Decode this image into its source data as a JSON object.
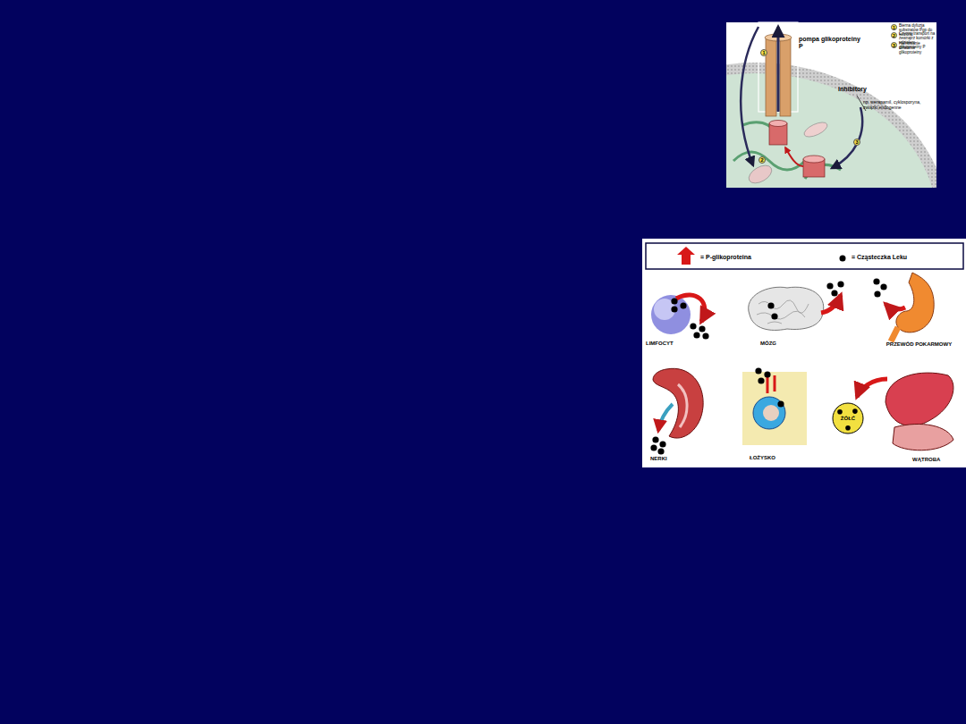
{
  "diagram": {
    "nodes": [
      {
        "text": [
          "ŻÓŁĆ"
        ]
      }
    ],
    "labels": [
      "pompa glikoproteiny P",
      "1",
      "Bierna dyfuzja substratów Pgp do komórki",
      "2",
      "Czynny transport na zewnątrz komórki z udziałem glikoproteiny P",
      "3",
      "Hamowanie działania glikoproteiny",
      "inhibitory",
      "np. werapamil, cyklosporyna, związki endogenne",
      "1",
      "2",
      "3",
      "LIMFOCYT",
      "MÓZG",
      "PRZEWÓD POKARMOWY",
      "NERKI",
      "ŁOŻYSKO",
      "WĄTROBA"
    ],
    "legend": [
      {
        "text": "= P-glikoproteina"
      },
      {
        "text": "= Cząsteczka Leku"
      }
    ]
  }
}
